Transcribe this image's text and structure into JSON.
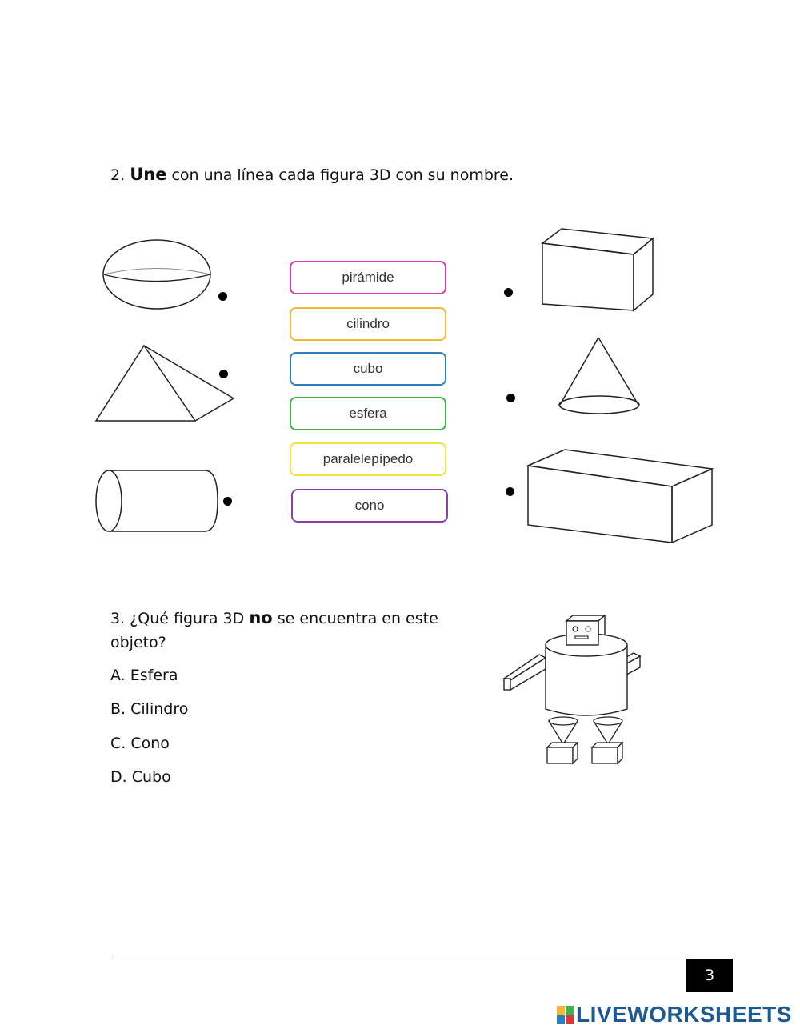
{
  "question2": {
    "number": "2.",
    "verb": "Une",
    "rest": "con una línea cada figura 3D con su nombre."
  },
  "words": [
    {
      "label": "pirámide",
      "color": "#d63ab8"
    },
    {
      "label": "cilindro",
      "color": "#f5b731"
    },
    {
      "label": "cubo",
      "color": "#2a7fc1"
    },
    {
      "label": "esfera",
      "color": "#3bb54a"
    },
    {
      "label": "paralelepípedo",
      "color": "#f2e33a"
    },
    {
      "label": "cono",
      "color": "#8b3fa8"
    }
  ],
  "left_shapes": [
    "sphere-icon",
    "pyramid-icon",
    "cylinder-icon"
  ],
  "right_shapes": [
    "cube-icon",
    "cone-icon",
    "rectangular-prism-icon"
  ],
  "question3": {
    "line1_pre": "3. ¿Qué figura 3D",
    "line1_bold": "no",
    "line1_post": "se encuentra en este",
    "line2": "objeto?",
    "options": [
      "A. Esfera",
      "B. Cilindro",
      "C. Cono",
      "D. Cubo"
    ],
    "image": "robot-icon"
  },
  "footer": {
    "page_number": "3",
    "brand": "LIVEWORKSHEETS",
    "brand_colors": [
      "#f5b731",
      "#3bb54a",
      "#2a7fc1",
      "#d63a3a"
    ]
  }
}
